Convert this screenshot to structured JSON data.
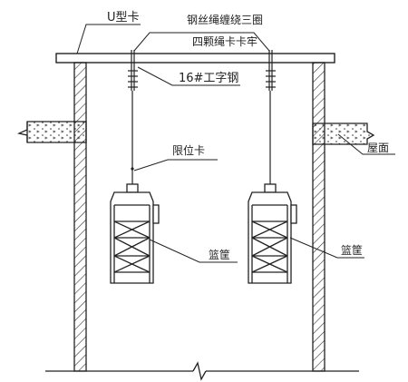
{
  "labels": {
    "u_clamp": "U型卡",
    "wire_rope_top": "钢丝绳缠绕三圈",
    "wire_rope_bottom": "四颗绳卡卡牢",
    "i_beam": "16#工字钢",
    "limit_clamp": "限位卡",
    "roof": "屋面",
    "basket_left": "篮筐",
    "basket_right": "篮筐"
  }
}
